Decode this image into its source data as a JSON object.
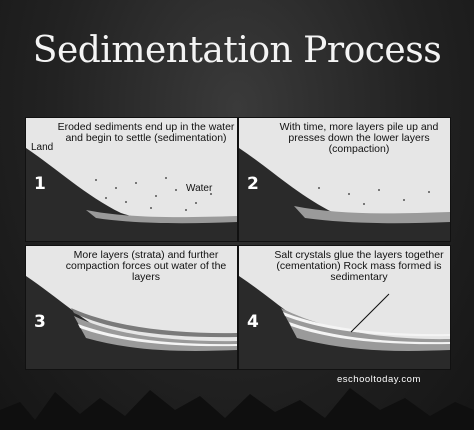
{
  "title": "Sedimentation Process",
  "panels": [
    {
      "number": "1",
      "caption": "Eroded sediments end up in the water and begin to settle (sedimentation)",
      "labels": {
        "land": "Land",
        "water": "Water"
      }
    },
    {
      "number": "2",
      "caption": "With time, more layers pile up and presses down the lower layers (compaction)"
    },
    {
      "number": "3",
      "caption": "More layers (strata) and further compaction forces out water of the layers"
    },
    {
      "number": "4",
      "caption": "Salt crystals glue the layers together (cementation) Rock mass formed is sedimentary"
    }
  ],
  "credit": "eschooltoday.com",
  "colors": {
    "background": "#1c1c1c",
    "panel": "#e9e9e9",
    "land": "#2a2a2a",
    "water": "#d4d4d4",
    "sediment": "#9a9a9a"
  }
}
